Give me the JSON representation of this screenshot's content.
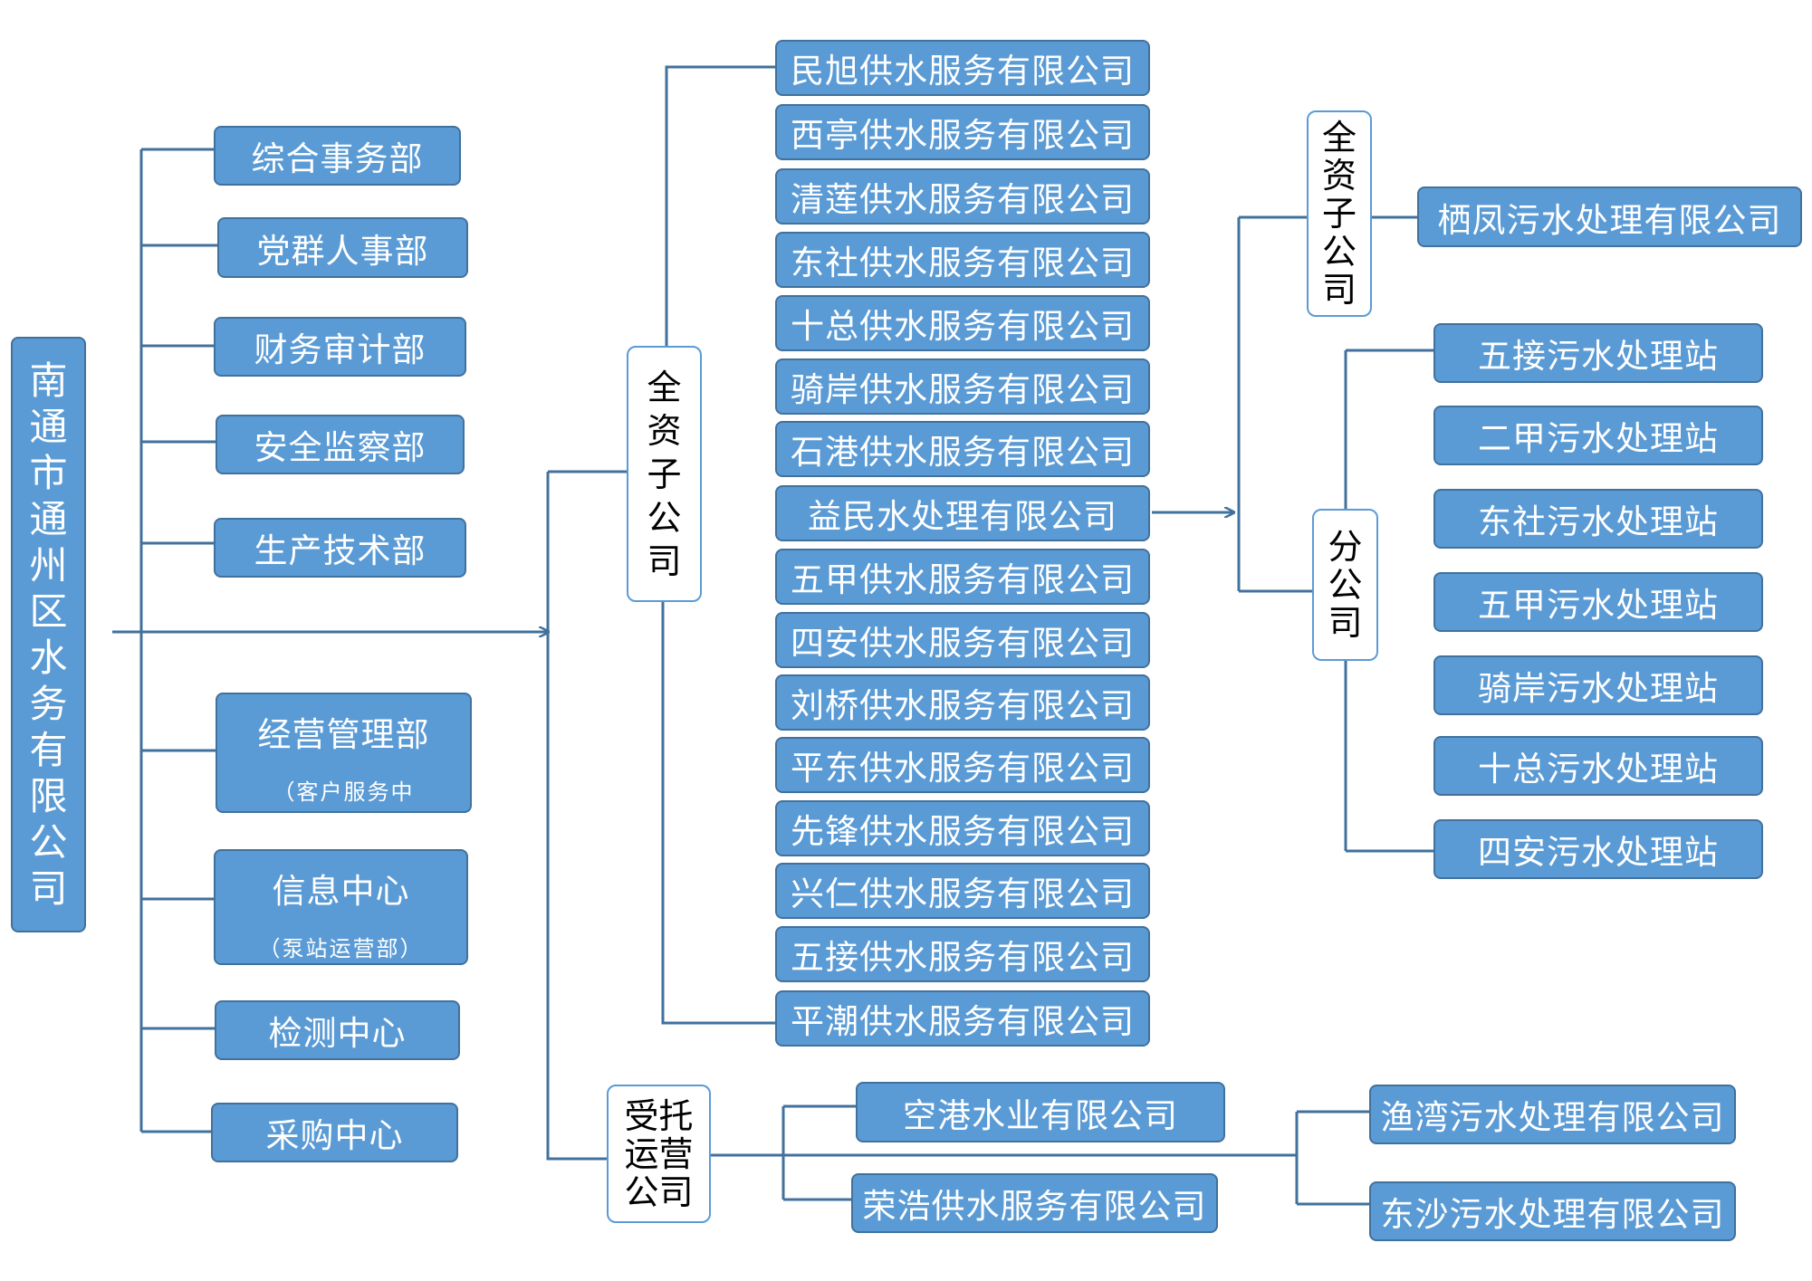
{
  "root": {
    "label": "南通市通州区水务有限公司",
    "chars": [
      "南",
      "通",
      "市",
      "通",
      "州",
      "区",
      "水",
      "务",
      "有",
      "限",
      "公",
      "司"
    ]
  },
  "departments": [
    {
      "label": "综合事务部"
    },
    {
      "label": "党群人事部"
    },
    {
      "label": "财务审计部"
    },
    {
      "label": "安全监察部"
    },
    {
      "label": "生产技术部"
    },
    {
      "label": "经营管理部",
      "sub": "（客户服务中"
    },
    {
      "label": "信息中心",
      "sub": "（泵站运营部）"
    },
    {
      "label": "检测中心"
    },
    {
      "label": "采购中心"
    }
  ],
  "wholly_owned": {
    "label": "全资子公司",
    "chars": [
      "全",
      "资",
      "子",
      "公",
      "司"
    ]
  },
  "water_companies": [
    "民旭供水服务有限公司",
    "西亭供水服务有限公司",
    "清莲供水服务有限公司",
    "东社供水服务有限公司",
    "十总供水服务有限公司",
    "骑岸供水服务有限公司",
    "石港供水服务有限公司",
    "益民水处理有限公司",
    "五甲供水服务有限公司",
    "四安供水服务有限公司",
    "刘桥供水服务有限公司",
    "平东供水服务有限公司",
    "先锋供水服务有限公司",
    "兴仁供水服务有限公司",
    "五接供水服务有限公司",
    "平潮供水服务有限公司"
  ],
  "yimin_wholly_owned": {
    "label": "全资子公司",
    "chars": [
      "全",
      "资",
      "子",
      "公",
      "司"
    ]
  },
  "yimin_subsidiary": "栖凤污水处理有限公司",
  "branch": {
    "label": "分公司",
    "chars": [
      "分",
      "公",
      "司"
    ]
  },
  "branch_stations": [
    "五接污水处理站",
    "二甲污水处理站",
    "东社污水处理站",
    "五甲污水处理站",
    "骑岸污水处理站",
    "十总污水处理站",
    "四安污水处理站"
  ],
  "entrusted": {
    "label": "受托运营公司",
    "lines": [
      "受托",
      "运营",
      "公司"
    ]
  },
  "entrusted_companies": [
    "空港水业有限公司",
    "荣浩供水服务有限公司"
  ],
  "entrusted_wastewater": [
    "渔湾污水处理有限公司",
    "东沙污水处理有限公司"
  ],
  "colors": {
    "box_fill": "#5b9bd5",
    "box_border": "#41719c",
    "connector": "#41719c",
    "text_on_box": "#ffffff"
  }
}
